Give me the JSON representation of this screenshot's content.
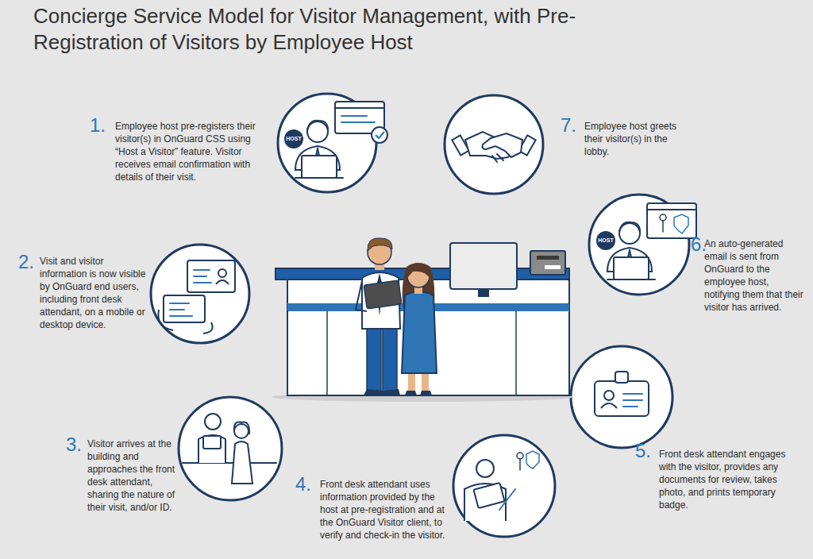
{
  "diagram": {
    "title": "Concierge Service Model for Visitor Management, with Pre-Registration of Visitors by Employee Host",
    "labels": [
      "1.",
      "Employee host pre-registers their visitor(s) in OnGuard CSS using “Host a Visitor” feature. Visitor receives email confirmation with details of their visit.",
      "HOST",
      "7.",
      "Employee host greets their visitor(s) in the lobby.",
      "2.",
      "Visit and visitor information is now visible by OnGuard end users, including front desk attendant, on a mobile or desktop device.",
      "HOST",
      "6.",
      "An auto-generated email is sent from OnGuard to the employee host, notifying them that their visitor has arrived.",
      "3.",
      "Visitor arrives at the building and approaches the front desk attendant, sharing the nature of their visit, and/or ID.",
      "5.",
      "Front desk attendant engages with the visitor, provides any documents for review, takes photo, and prints temporary badge.",
      "4.",
      "Front desk attendant uses information provided by the host at pre-registration and at the OnGuard Visitor client, to verify and check-in the visitor."
    ]
  }
}
